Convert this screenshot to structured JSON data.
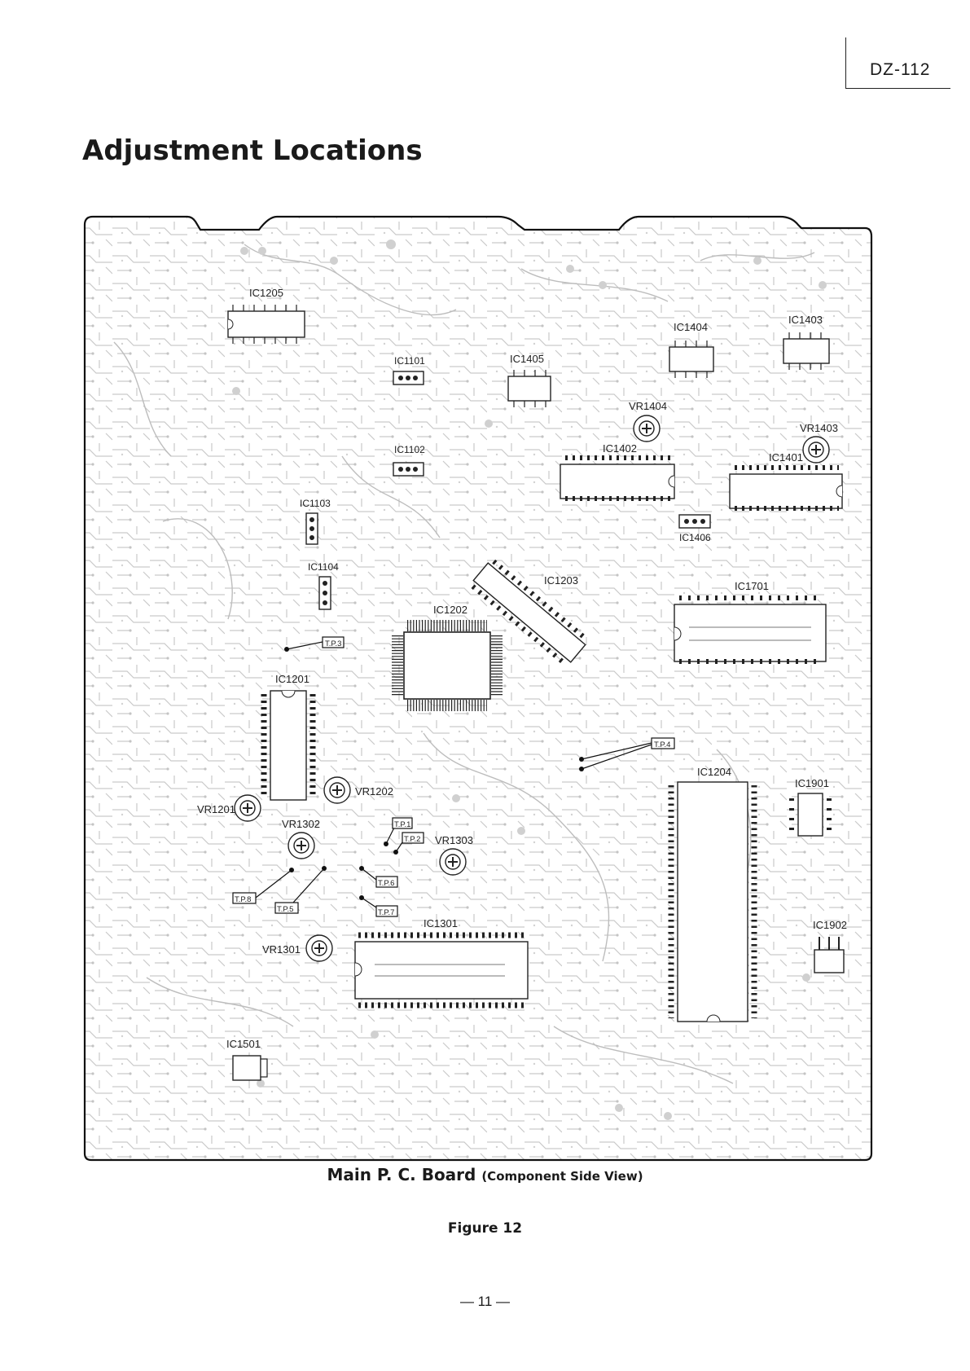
{
  "header": {
    "model": "DZ-112"
  },
  "title": "Adjustment Locations",
  "board": {
    "ic_labels": {
      "ic1205": "IC1205",
      "ic1101": "IC1101",
      "ic1405": "IC1405",
      "ic1404": "IC1404",
      "ic1403": "IC1403",
      "ic1102": "IC1102",
      "ic1402": "IC1402",
      "ic1401": "IC1401",
      "ic1103": "IC1103",
      "ic1406": "IC1406",
      "ic1104": "IC1104",
      "ic1203": "IC1203",
      "ic1701": "IC1701",
      "ic1202": "IC1202",
      "ic1201": "IC1201",
      "ic1204": "IC1204",
      "ic1901": "IC1901",
      "ic1301": "IC1301",
      "ic1902": "IC1902",
      "ic1501": "IC1501"
    },
    "vr_labels": {
      "vr1404": "VR1404",
      "vr1403": "VR1403",
      "vr1202": "VR1202",
      "vr1201": "VR1201",
      "vr1302": "VR1302",
      "vr1303": "VR1303",
      "vr1301": "VR1301"
    },
    "tp_labels": {
      "tp1": "T.P.1",
      "tp2": "T.P.2",
      "tp3": "T.P.3",
      "tp4": "T.P.4",
      "tp5": "T.P.5",
      "tp6": "T.P.6",
      "tp7": "T.P.7",
      "tp8": "T.P.8"
    }
  },
  "caption": {
    "main": "Main  P. C. Board",
    "sub": "(Component  Side  View)"
  },
  "figure": "Figure  12",
  "page_number": "— 11 —"
}
